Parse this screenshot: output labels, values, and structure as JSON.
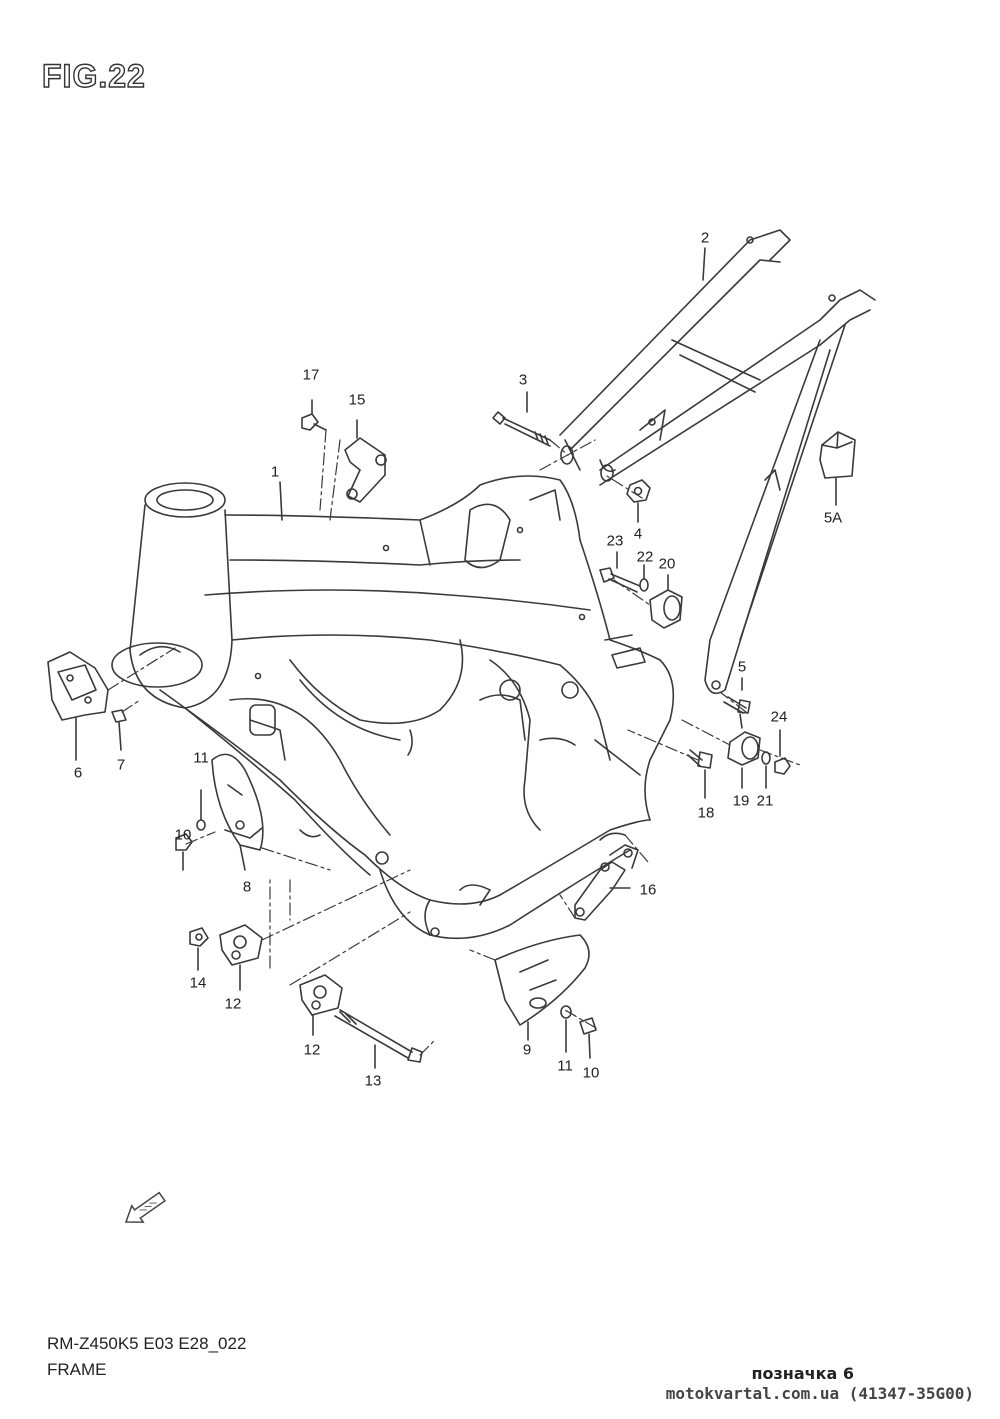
{
  "figure": {
    "title": "FIG.22"
  },
  "callouts": {
    "c1": "1",
    "c2": "2",
    "c3": "3",
    "c4": "4",
    "c5": "5",
    "c5a": "5A",
    "c6": "6",
    "c7": "7",
    "c8": "8",
    "c9": "9",
    "c10a": "10",
    "c10b": "10",
    "c11a": "11",
    "c11b": "11",
    "c12a": "12",
    "c12b": "12",
    "c13": "13",
    "c14": "14",
    "c15": "15",
    "c16": "16",
    "c17": "17",
    "c18": "18",
    "c19": "19",
    "c20": "20",
    "c21": "21",
    "c22": "22",
    "c23": "23",
    "c24": "24"
  },
  "footer": {
    "model_code": "RM-Z450K5 E03 E28_022",
    "section_name": "FRAME",
    "mark": "позначка 6",
    "source": "motokvartal.com.ua (41347-35G00)"
  },
  "colors": {
    "line": "#3a3a3a",
    "background": "#ffffff"
  },
  "icons": {
    "front_arrow": "forward-arrow-icon"
  }
}
